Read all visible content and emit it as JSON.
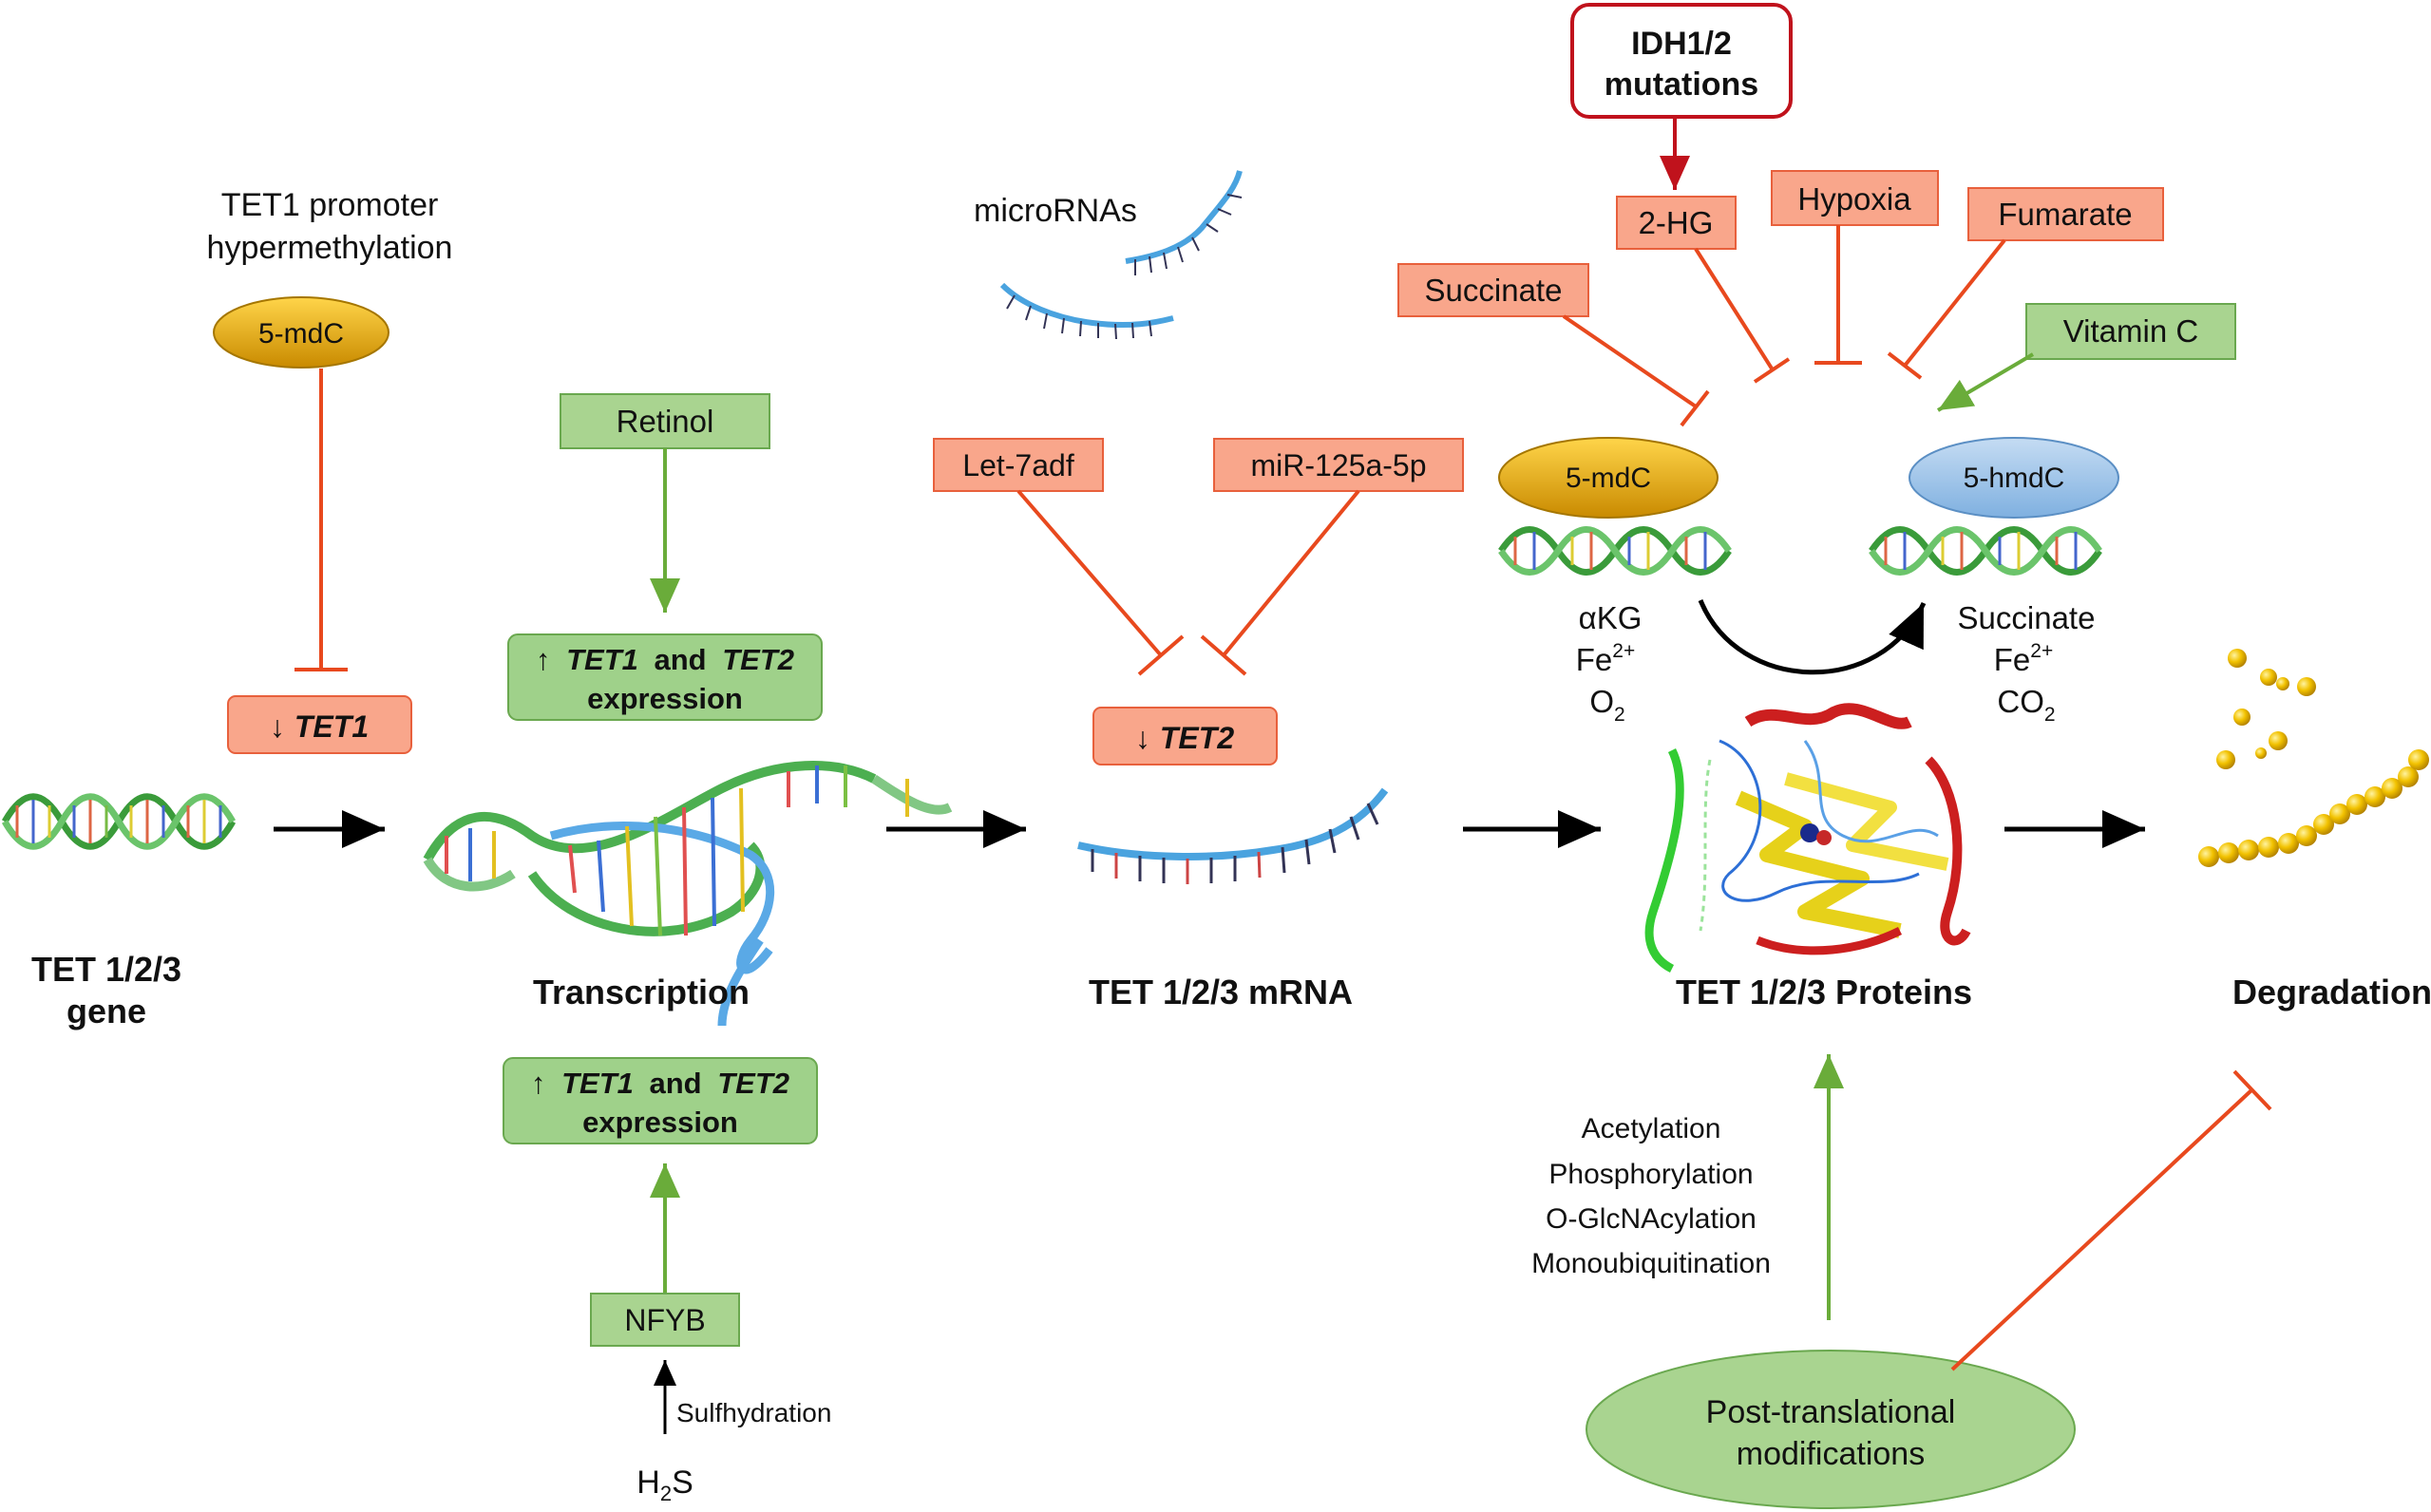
{
  "colors": {
    "inhibit": "#e8491e",
    "activate": "#6aac3a",
    "red_box": "#f9a68b",
    "green_box": "#9fd18a",
    "idh_border": "#c0121c",
    "mdc_gold": "#e3a500",
    "hmdc_blue": "#9dc3e6"
  },
  "gene_stage": {
    "promoter_label_line1": "TET1 promoter",
    "promoter_label_line2": "hypermethylation",
    "mdc_oval": "5-mdC",
    "down_tet1_arrow": "↓",
    "down_tet1_gene": "TET1",
    "gene_label_line1": "TET 1/2/3",
    "gene_label_line2": "gene"
  },
  "transcription_stage": {
    "retinol": "Retinol",
    "expr_top_line1_arrow": "↑",
    "expr_top_tet1": "TET1",
    "expr_top_and": "and",
    "expr_top_tet2": "TET2",
    "expr_top_line2": "expression",
    "label": "Transcription",
    "expr_bottom_line1_arrow": "↑",
    "expr_bottom_tet1": "TET1",
    "expr_bottom_and": "and",
    "expr_bottom_tet2": "TET2",
    "expr_bottom_line2": "expression",
    "nfyb": "NFYB",
    "sulfhydration": "Sulfhydration",
    "h2s_h": "H",
    "h2s_sub": "2",
    "h2s_s": "S"
  },
  "mrna_stage": {
    "micrornas": "microRNAs",
    "let7": "Let-7adf",
    "mir125": "miR-125a-5p",
    "down_tet2_arrow": "↓",
    "down_tet2_gene": "TET2",
    "label": "TET 1/2/3 mRNA"
  },
  "protein_stage": {
    "idh_line1": "IDH1/2",
    "idh_line2": "mutations",
    "two_hg": "2-HG",
    "hypoxia": "Hypoxia",
    "fumarate": "Fumarate",
    "succinate_box": "Succinate",
    "vitamin_c": "Vitamin C",
    "mdc_oval": "5-mdC",
    "hmdc_oval": "5-hmdC",
    "akg": "αKG",
    "fe_left": "Fe",
    "fe_left_sup": "2+",
    "o2_o": "O",
    "o2_sub": "2",
    "succinate_right": "Succinate",
    "fe_right": "Fe",
    "fe_right_sup": "2+",
    "co2_co": "CO",
    "co2_sub": "2",
    "label": "TET 1/2/3 Proteins",
    "ptm_list": [
      "Acetylation",
      "Phosphorylation",
      "O-GlcNAcylation",
      "Monoubiquitination"
    ],
    "ptm_oval_line1": "Post-translational",
    "ptm_oval_line2": "modifications"
  },
  "degradation_stage": {
    "label": "Degradation"
  }
}
